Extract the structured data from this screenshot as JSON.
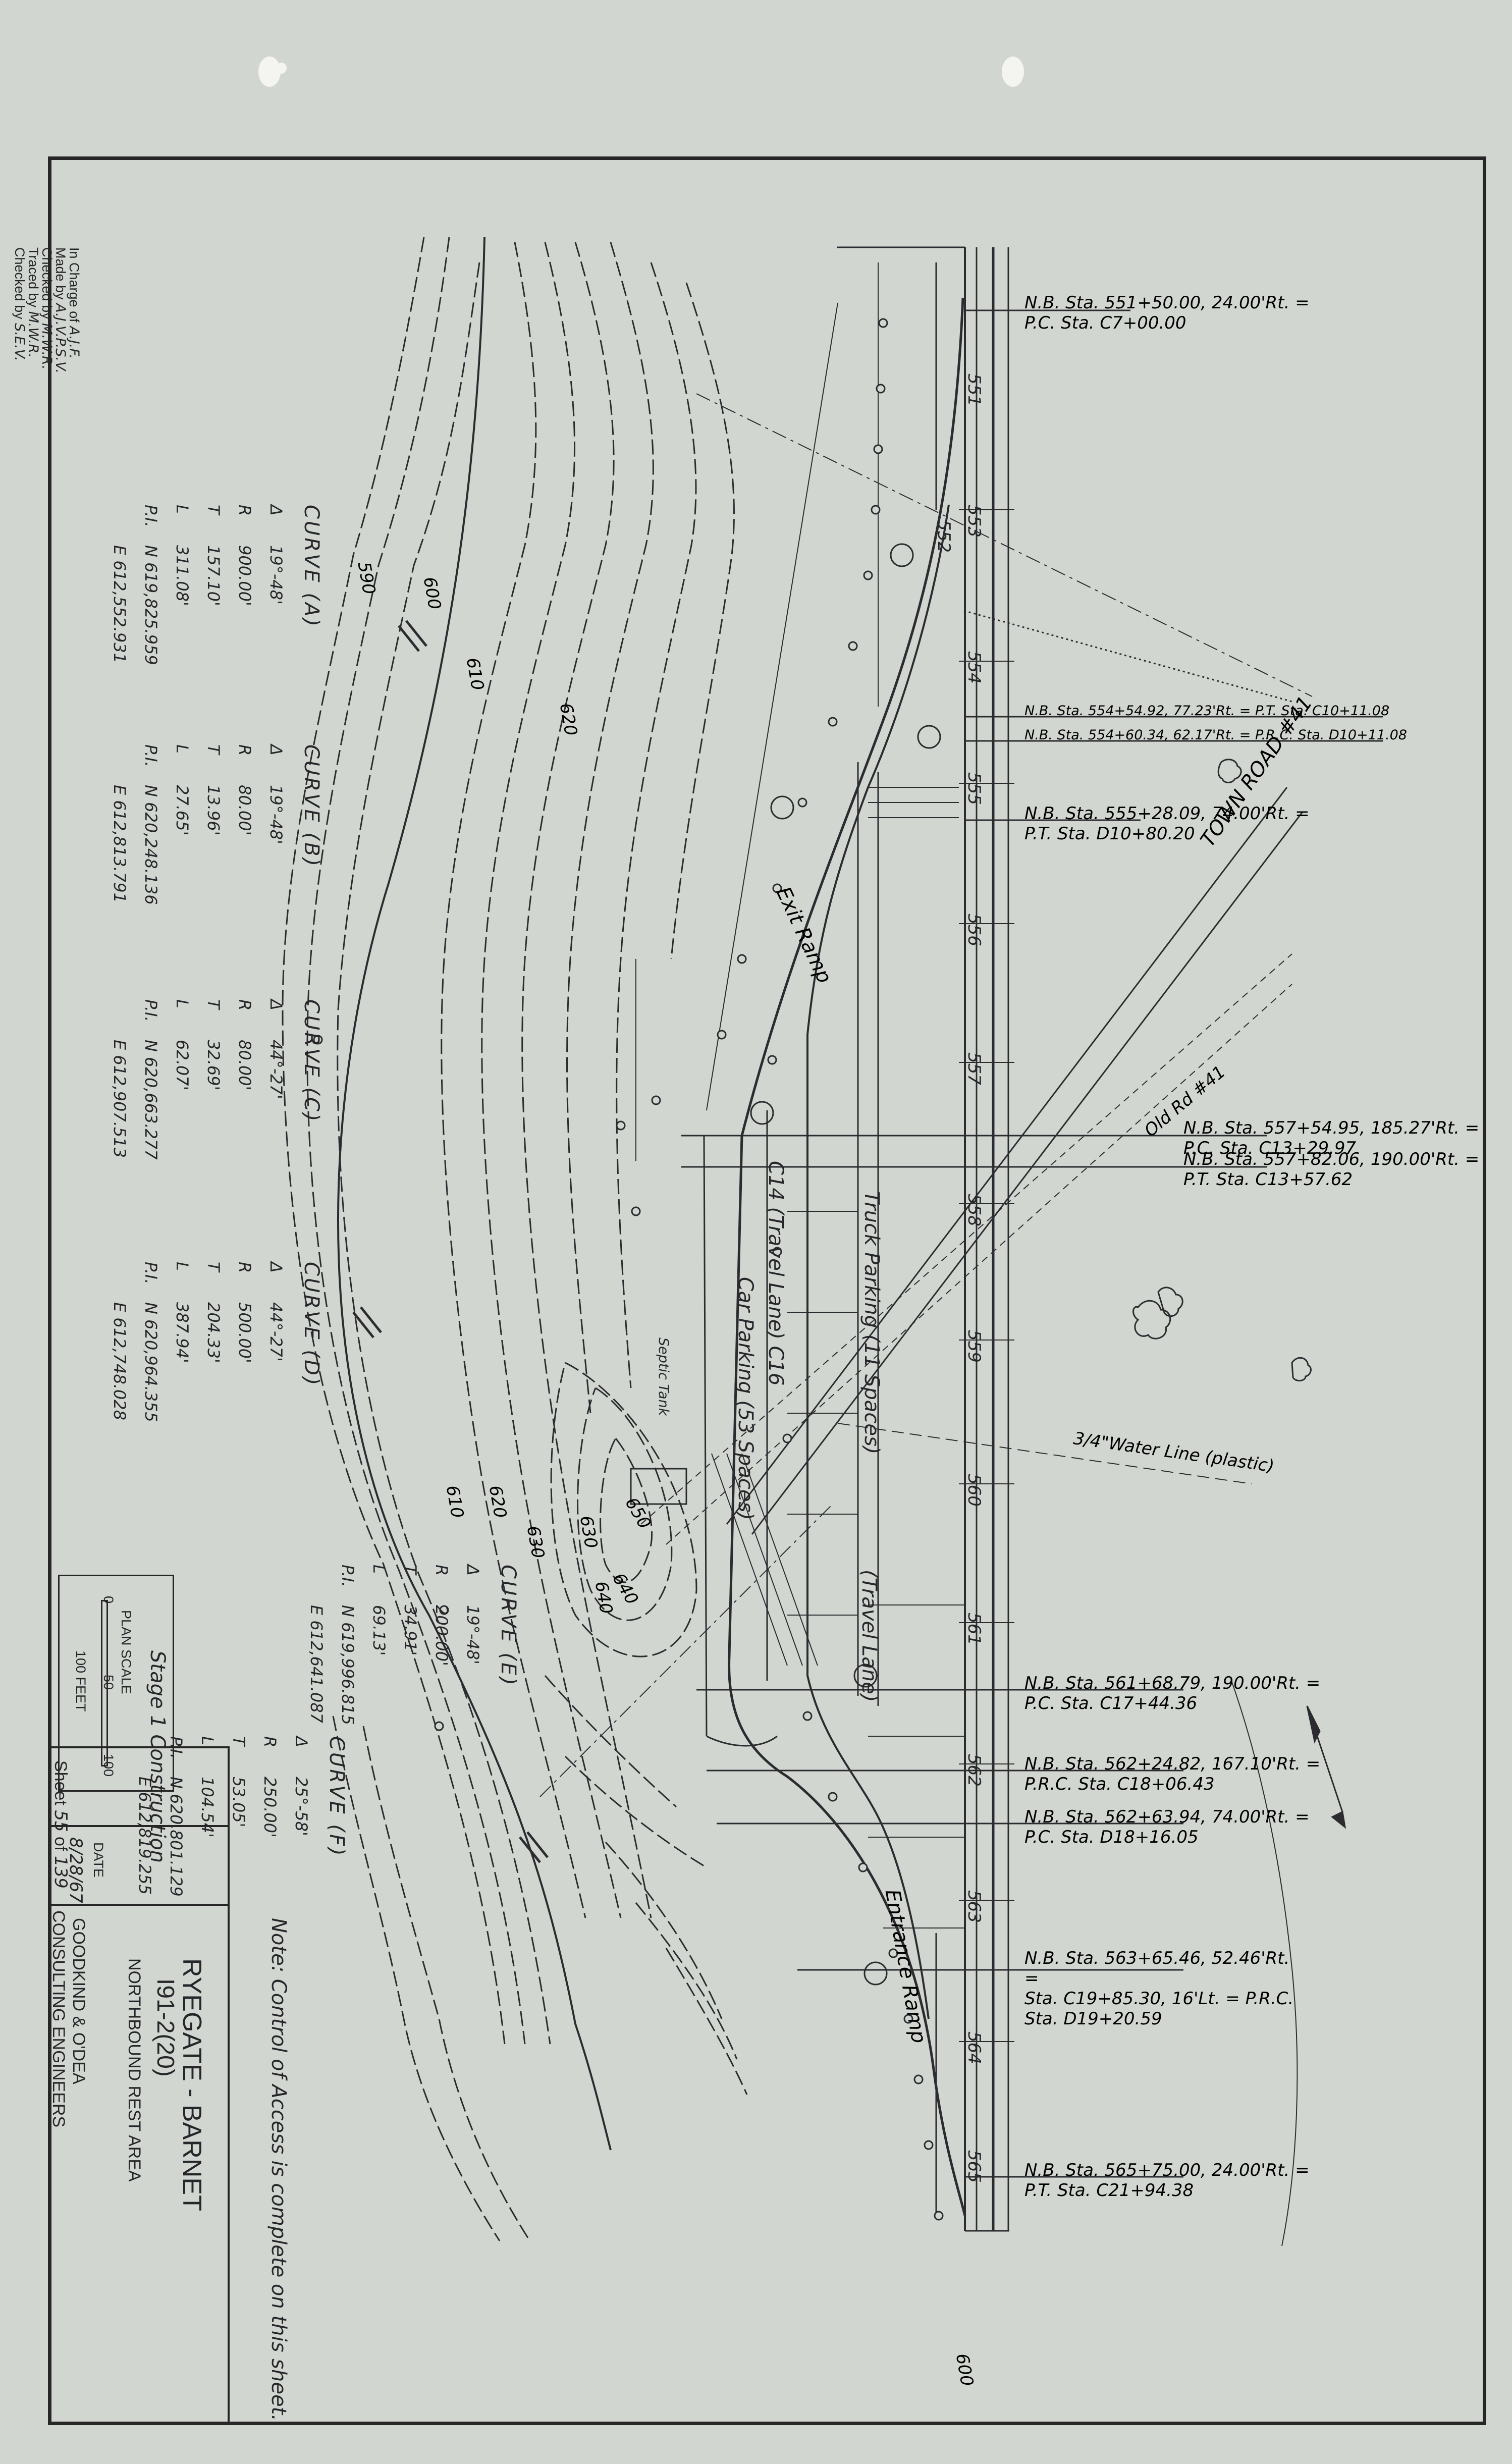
{
  "stations": {
    "labels": [
      "551",
      "552",
      "553",
      "554",
      "555",
      "556",
      "557",
      "558",
      "559",
      "560",
      "561",
      "562",
      "563",
      "564",
      "565"
    ]
  },
  "callouts": [
    {
      "line1": "N.B. Sta. 551+50.00, 24.00'Rt. =",
      "line2": "P.C. Sta. C7+00.00"
    },
    {
      "line1": "N.B. Sta. 554+54.92, 77.23'Rt. = P.T. Sta. C10+11.08",
      "line2": ""
    },
    {
      "line1": "N.B. Sta. 554+60.34, 62.17'Rt. = P.R.C. Sta. D10+11.08",
      "line2": ""
    },
    {
      "line1": "N.B. Sta. 555+28.09, 74.00'Rt. =",
      "line2": "P.T. Sta. D10+80.20"
    },
    {
      "line1": "N.B. Sta. 557+54.95, 185.27'Rt. =",
      "line2": "P.C. Sta. C13+29.97"
    },
    {
      "line1": "N.B. Sta. 557+82.06, 190.00'Rt. =",
      "line2": "P.T. Sta. C13+57.62"
    },
    {
      "line1": "N.B. Sta. 561+68.79, 190.00'Rt. =",
      "line2": "P.C. Sta. C17+44.36"
    },
    {
      "line1": "N.B. Sta. 562+24.82, 167.10'Rt. =",
      "line2": "P.R.C. Sta. C18+06.43"
    },
    {
      "line1": "N.B. Sta. 562+63.94, 74.00'Rt. =",
      "line2": "P.C. Sta. D18+16.05"
    },
    {
      "line1": "N.B. Sta. 563+65.46, 52.46'Rt. =",
      "line2": "Sta. C19+85.30, 16'Lt. = P.R.C. Sta. D19+20.59"
    },
    {
      "line1": "N.B. Sta. 565+75.00, 24.00'Rt. =",
      "line2": "P.T. Sta. C21+94.38"
    }
  ],
  "curves": [
    {
      "name": "CURVE (A)",
      "rows": [
        [
          "Δ",
          "19°-48'"
        ],
        [
          "R",
          "900.00'"
        ],
        [
          "T",
          "157.10'"
        ],
        [
          "L",
          "311.08'"
        ],
        [
          "P.I.",
          "N 619,825.959"
        ],
        [
          "",
          "E 612,552.931"
        ]
      ]
    },
    {
      "name": "CURVE (B)",
      "rows": [
        [
          "Δ",
          "19°-48'"
        ],
        [
          "R",
          "80.00'"
        ],
        [
          "T",
          "13.96'"
        ],
        [
          "L",
          "27.65'"
        ],
        [
          "P.I.",
          "N 620,248.136"
        ],
        [
          "",
          "E 612,813.791"
        ]
      ]
    },
    {
      "name": "CURVE (C)",
      "rows": [
        [
          "Δ",
          "44°-27'"
        ],
        [
          "R",
          "80.00'"
        ],
        [
          "T",
          "32.69'"
        ],
        [
          "L",
          "62.07'"
        ],
        [
          "P.I.",
          "N 620,663.277"
        ],
        [
          "",
          "E 612,907.513"
        ]
      ]
    },
    {
      "name": "CURVE (D)",
      "rows": [
        [
          "Δ",
          "44°-27'"
        ],
        [
          "R",
          "500.00'"
        ],
        [
          "T",
          "204.33'"
        ],
        [
          "L",
          "387.94'"
        ],
        [
          "P.I.",
          "N 620,964.355"
        ],
        [
          "",
          "E 612,748.028"
        ]
      ]
    },
    {
      "name": "CURVE (E)",
      "rows": [
        [
          "Δ",
          "19°-48'"
        ],
        [
          "R",
          "200.00'"
        ],
        [
          "T",
          "34.91'"
        ],
        [
          "L",
          "69.13'"
        ],
        [
          "P.I.",
          "N 619,996.815"
        ],
        [
          "",
          "E 612,641.087"
        ]
      ]
    },
    {
      "name": "CURVE (F)",
      "rows": [
        [
          "Δ",
          "25°-58'"
        ],
        [
          "R",
          "250.00'"
        ],
        [
          "T",
          "53.05'"
        ],
        [
          "L",
          "104.54'"
        ],
        [
          "P.I.",
          "N 620,801.129"
        ],
        [
          "",
          "E 612,819.255"
        ]
      ]
    }
  ],
  "features": {
    "town_road": "TOWN ROAD #41",
    "old_road": "Old Rd #41",
    "water_line": "3/4\"Water Line (plastic)",
    "truck_parking": "Truck Parking (11 Spaces)",
    "car_parking": "Car Parking (53 Spaces)",
    "travel_lane_1": "C14 (Travel Lane) C16",
    "travel_lane_2": "(Travel Lane)",
    "exit_ramp": "Exit Ramp",
    "entrance_ramp": "Entrance Ramp",
    "septic_tank": "Septic Tank"
  },
  "contours": {
    "labels": [
      "590",
      "600",
      "610",
      "620",
      "630",
      "640",
      "650",
      "640",
      "630",
      "620",
      "610",
      "600"
    ]
  },
  "notes": {
    "stage": "Stage 1 Construction",
    "note": "Note: Control of Access is complete on this sheet."
  },
  "scale": {
    "title": "PLAN SCALE",
    "ticks": [
      "0",
      "50",
      "100"
    ],
    "unit": "100 FEET"
  },
  "credits": {
    "labels": [
      "In Charge of",
      "Made by",
      "Checked by",
      "Traced by",
      "Checked by"
    ],
    "values": [
      "A.J.F.",
      "A.J.V.P.S.V.",
      "M.W.R.",
      "M.W.R.",
      "S.E.V."
    ]
  },
  "title_block": {
    "project": "RYEGATE - BARNET",
    "number": "I91-2(20)",
    "area": "NORTHBOUND REST AREA",
    "sheet_label": "Sheet",
    "sheet_no": "55",
    "sheet_of": "of",
    "sheet_total": "139",
    "date_label": "DATE",
    "date": "8/28/67",
    "firm_1": "GOODKIND & O'DEA",
    "firm_2": "CONSULTING ENGINEERS"
  },
  "colors": {
    "paper": "#d2d6d0",
    "ink": "#26262a"
  }
}
